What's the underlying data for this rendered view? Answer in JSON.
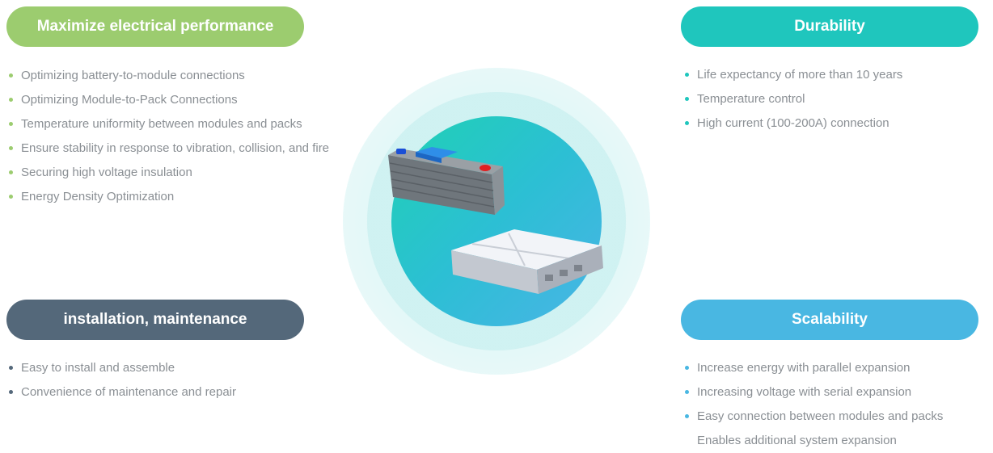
{
  "sections": {
    "top_left": {
      "title": "Maximize electrical performance",
      "items": [
        "Optimizing battery-to-module connections",
        "Optimizing Module-to-Pack Connections",
        "Temperature uniformity between modules and packs",
        "Ensure stability in response to vibration, collision, and fire",
        "Securing high voltage insulation",
        "Energy Density Optimization"
      ]
    },
    "top_right": {
      "title": "Durability",
      "items": [
        "Life expectancy of more than 10 years",
        "Temperature control",
        "High current (100-200A) connection"
      ]
    },
    "bottom_left": {
      "title": "installation, maintenance",
      "items": [
        "Easy to install and assemble",
        "Convenience of maintenance and repair"
      ]
    },
    "bottom_right": {
      "title": "Scalability",
      "items": [
        "Increase energy with parallel expansion",
        "Increasing voltage with serial expansion",
        "Easy connection between modules and packs",
        "Enables additional system expansion"
      ]
    }
  },
  "colors": {
    "green": "#9ccc6f",
    "teal": "#1fc6bd",
    "slate": "#54687a",
    "blue": "#49b7e2",
    "text": "#8a8f94"
  },
  "illustrations": [
    "battery-module-image",
    "battery-pack-image"
  ]
}
